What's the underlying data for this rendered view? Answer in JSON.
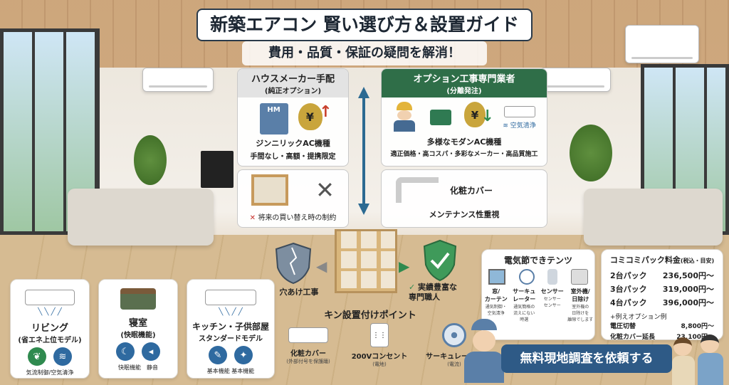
{
  "header": {
    "title": "新築エアコン 賢い選び方＆設置ガイド",
    "subtitle": "費用・品質・保証の疑問を解消！"
  },
  "left_panel": {
    "title": "ハウスメーカー手配",
    "subtitle": "(純正オプション)",
    "hm_label": "HM",
    "line1": "ジンニリックAC機種",
    "line2": "手間なし・高額・提携限定",
    "note": "将来の買い替え時の制約"
  },
  "right_panel": {
    "title": "オプション工事専門業者",
    "subtitle": "(分離発注)",
    "ac_label": "空気清浄",
    "line1": "多様なモダンAC機種",
    "line2": "適正価格・高コスパ・多彩なメーカー・高品質施工",
    "cover_label": "化粧カバー",
    "note": "メンテナンス性重視"
  },
  "center": {
    "hole_label": "穴あけ工事",
    "pro_label": "実績豊富な\n専門職人",
    "points_title": "キン設置付けポイント",
    "items": [
      {
        "label": "化粧カバー",
        "sub": "(外部付号を保護踊)"
      },
      {
        "label": "200Vコンセント",
        "sub": "(電地)"
      },
      {
        "label": "サーキュレーター",
        "sub": "(電流)"
      }
    ]
  },
  "rooms": [
    {
      "title": "リビング",
      "sub": "(省エネ上位モデル)",
      "footer": "気流制御/空気清浄"
    },
    {
      "title": "寝室",
      "sub": "(快眠機能)",
      "footer": "快眠機能　静音"
    },
    {
      "title": "キッチン・子供部屋",
      "sub": "スタンダードモデル",
      "footer": "基本機能 基本機能"
    }
  ],
  "tips": {
    "title": "電気節できテンツ",
    "items": [
      {
        "label": "窓/\nカーテン",
        "sub": "通気制御・\n空気清浄"
      },
      {
        "label": "サーキュ\nレーター",
        "sub": "通気簡格の\n流えにない\n時選"
      },
      {
        "label": "センサー",
        "sub": "センサー\nセンサー"
      },
      {
        "label": "室外機/\n日除け",
        "sub": "室外機の\n日除けを\n離隙でします"
      }
    ]
  },
  "pricing": {
    "title": "コミコミパック料金",
    "title_note": "(税込・目安)",
    "rows": [
      {
        "label": "2台パック",
        "price": "236,500円〜"
      },
      {
        "label": "3台パック",
        "price": "319,000円〜"
      },
      {
        "label": "4台パック",
        "price": "396,000円〜"
      }
    ],
    "options_title": "+例えオプション例",
    "options": [
      {
        "label": "電圧切替",
        "price": "8,800円〜"
      },
      {
        "label": "化粧カバー延長",
        "price": "23,100円〜"
      }
    ]
  },
  "cta": {
    "label": "無料現地調査を依頼する"
  },
  "colors": {
    "left_header": "#e3e3e3",
    "right_header": "#2f6e48",
    "cta": "#2e5a86",
    "accent_green": "#2f8a4f",
    "accent_blue": "#2f6aa0"
  }
}
